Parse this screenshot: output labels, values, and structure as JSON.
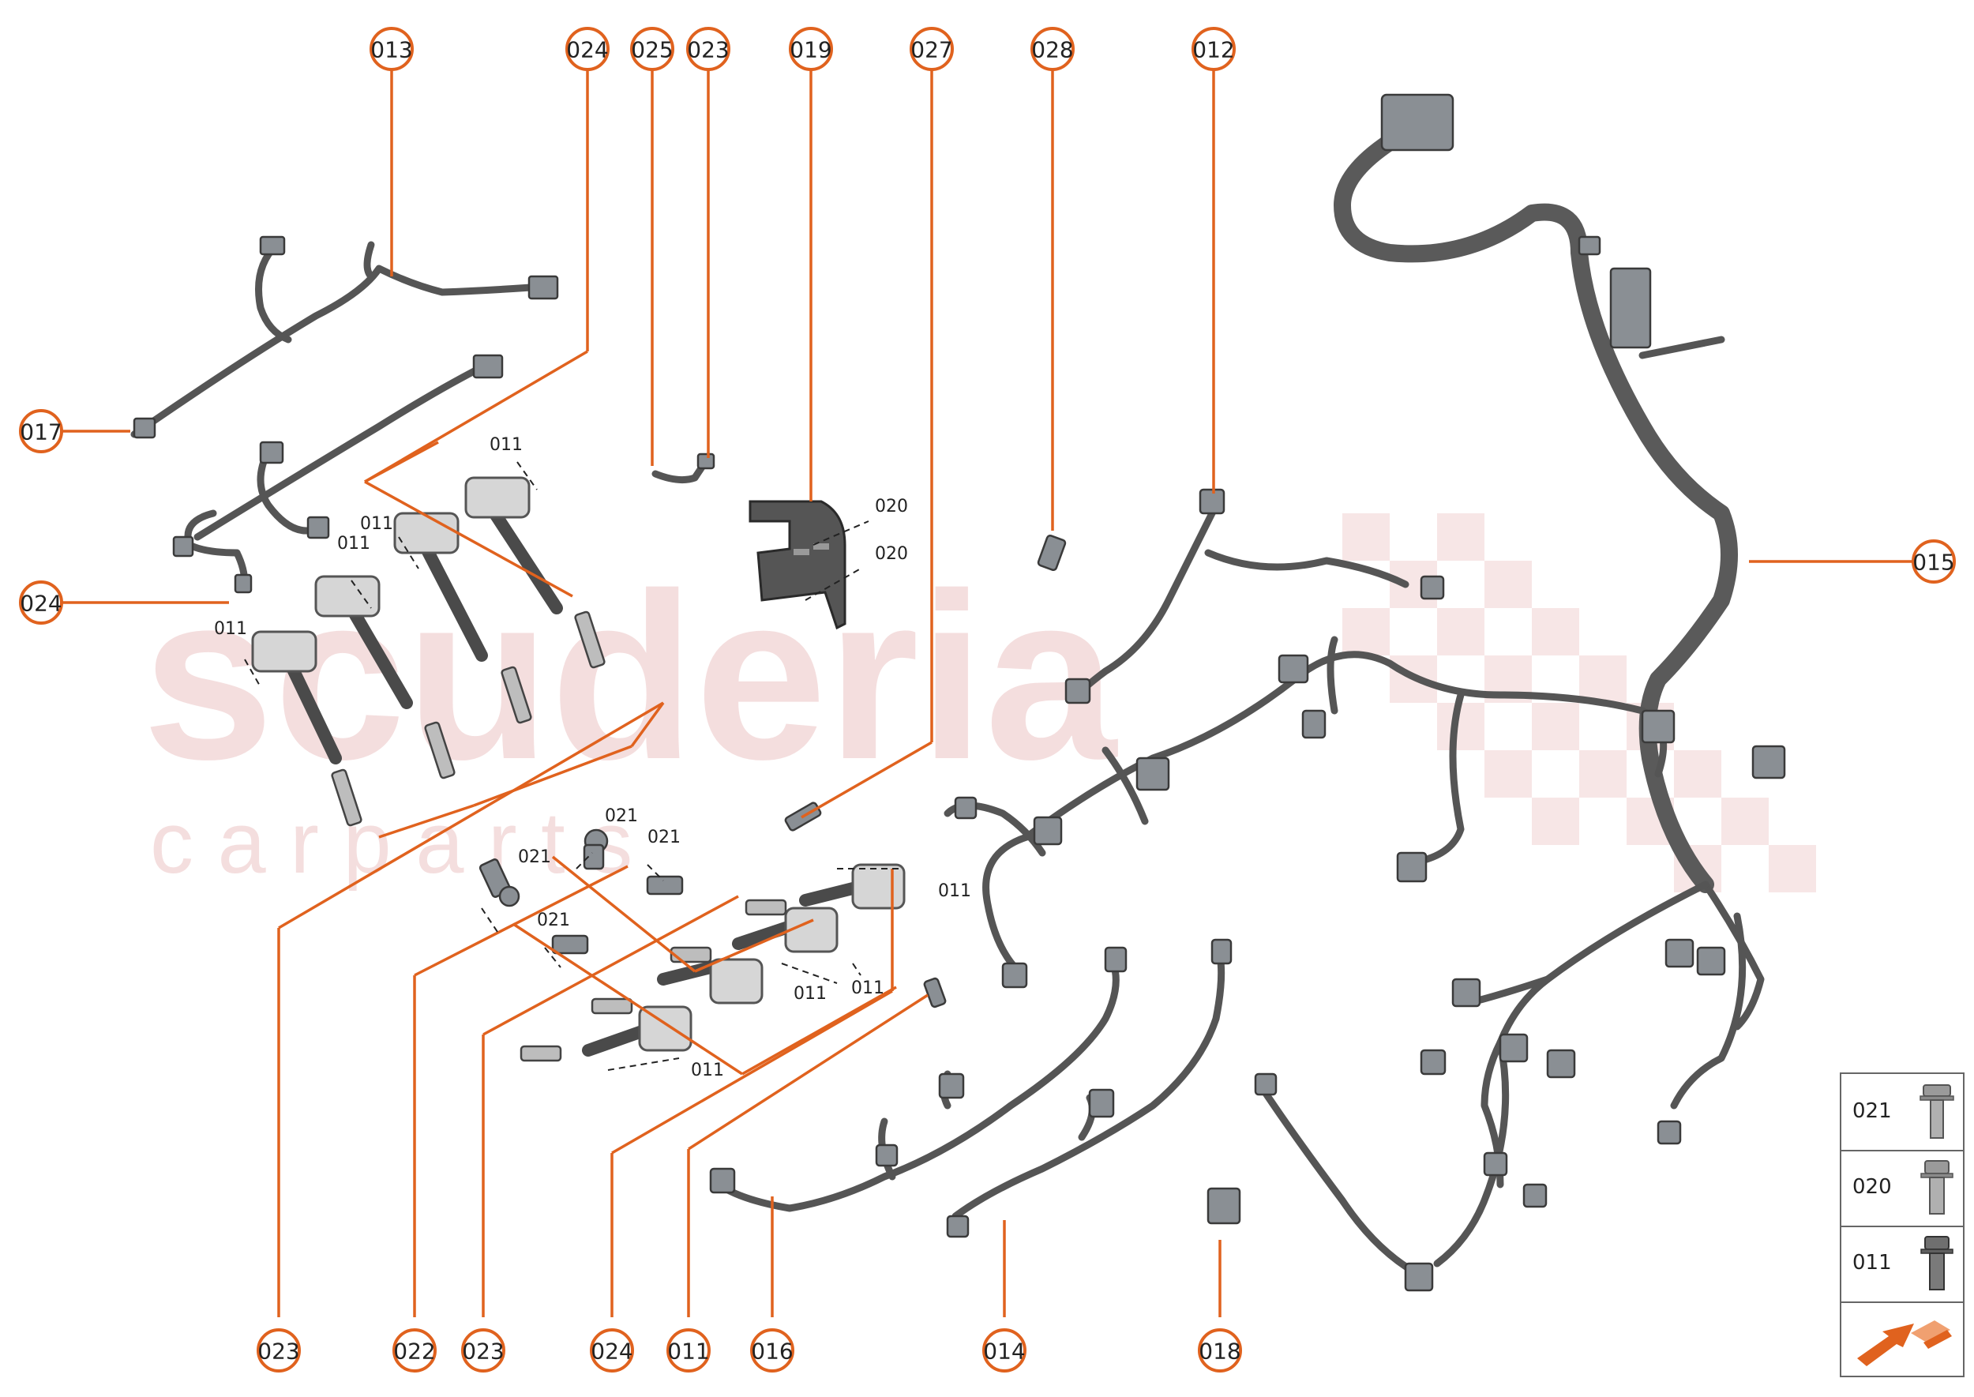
{
  "callouts_top": [
    "013",
    "024",
    "025",
    "023",
    "019",
    "027",
    "028",
    "012"
  ],
  "callouts_side": {
    "left_upper": "017",
    "left_lower": "024",
    "right": "015"
  },
  "callouts_bottom": [
    "023",
    "022",
    "023",
    "024",
    "011",
    "016",
    "014",
    "018"
  ],
  "small_labels": {
    "coil_bolts": [
      "011",
      "011",
      "011",
      "011"
    ],
    "bracket_bolts": [
      "020",
      "020"
    ],
    "sensor_bolts": [
      "021",
      "021",
      "021",
      "021"
    ],
    "lower_coil_bolts": [
      "011",
      "011",
      "011",
      "011"
    ]
  },
  "legend": [
    {
      "label": "021",
      "icon": "flange-bolt-icon"
    },
    {
      "label": "020",
      "icon": "hex-flange-bolt-icon"
    },
    {
      "label": "011",
      "icon": "hex-bolt-icon"
    },
    {
      "label": "",
      "icon": "vehicle-front-direction-arrow-icon"
    }
  ],
  "watermark": {
    "brand": "scuderia",
    "sub": "c a r p a r t s"
  },
  "colors": {
    "accent": "#e0621e",
    "harness": "#5a5a5a",
    "watermark": "#e8b7b7"
  }
}
